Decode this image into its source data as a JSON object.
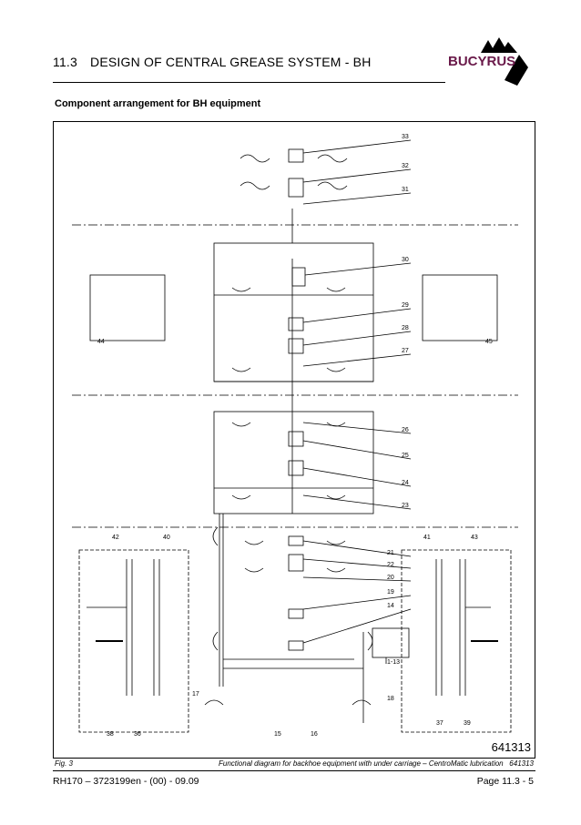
{
  "header": {
    "section_number": "11.3",
    "section_title": "DESIGN OF CENTRAL GREASE SYSTEM - BH",
    "brand": "BUCYRUS"
  },
  "subtitle": "Component arrangement for BH equipment",
  "diagram": {
    "drawing_number": "641313",
    "labels": [
      "33",
      "32",
      "31",
      "30",
      "29",
      "28",
      "27",
      "26",
      "25",
      "24",
      "23",
      "21",
      "22",
      "20",
      "19",
      "14",
      "1-13",
      "17",
      "15",
      "16",
      "18",
      "44",
      "45",
      "42",
      "40",
      "41",
      "43",
      "38",
      "36",
      "37",
      "39"
    ]
  },
  "caption": {
    "figure": "Fig. 3",
    "text": "Functional diagram for backhoe equipment with under carriage – CentroMatic lubrication",
    "number": "641313"
  },
  "footer": {
    "doc_ref": "RH170 – 3723199en - (00) - 09.09",
    "page": "Page 11.3 - 5"
  }
}
